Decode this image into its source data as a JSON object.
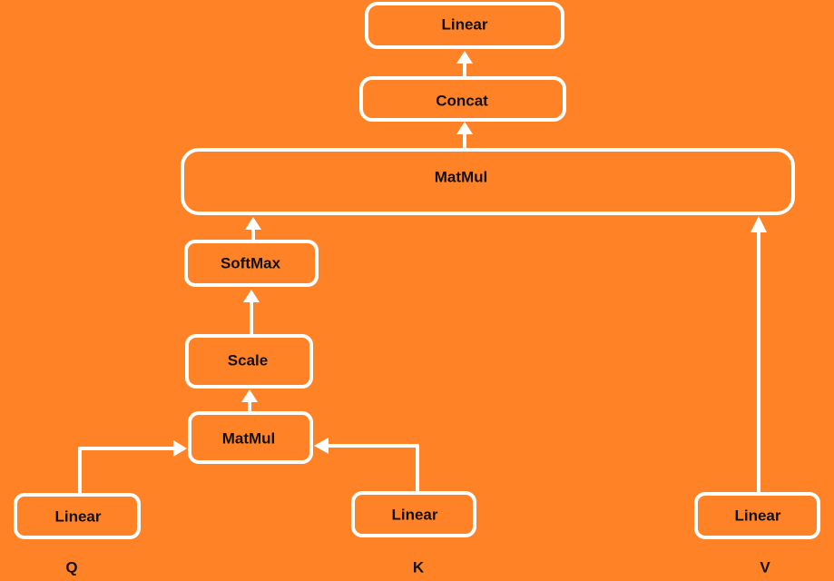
{
  "colors": {
    "background": "#ff8326",
    "stroke": "#ffffff",
    "text": "#111111"
  },
  "nodes": {
    "linear_out": "Linear",
    "concat": "Concat",
    "matmul_top": "MatMul",
    "softmax": "SoftMax",
    "scale": "Scale",
    "matmul_bottom": "MatMul",
    "linear_q": "Linear",
    "linear_k": "Linear",
    "linear_v": "Linear"
  },
  "inputs": {
    "q": "Q",
    "k": "K",
    "v": "V"
  }
}
